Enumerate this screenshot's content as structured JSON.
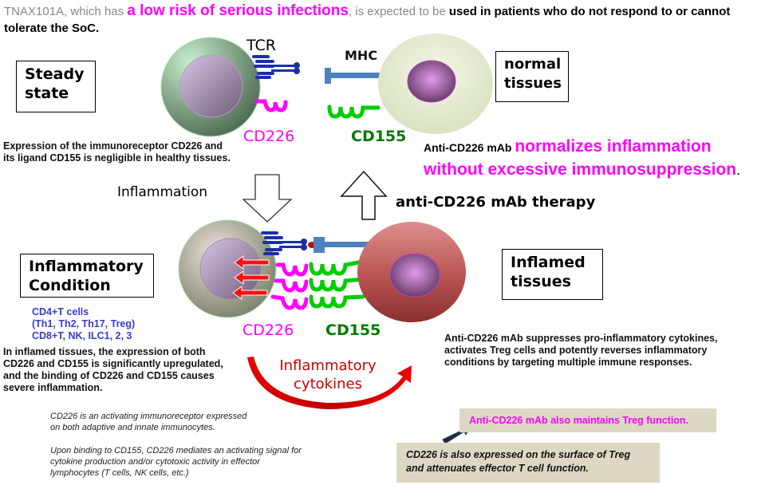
{
  "header": {
    "part1": "TNAX101A, which has ",
    "highlight": "a low risk of serious infections",
    "part2": ", is expected to be ",
    "bold": "used in patients who do not respond to or cannot tolerate the SoC."
  },
  "steady": {
    "box_label_line1": "Steady",
    "box_label_line2": "state",
    "tcr_label": "TCR",
    "mhc_label": "MHC",
    "cd226_label": "CD226",
    "cd155_label": "CD155",
    "tissue_box_line1": "normal",
    "tissue_box_line2": "tissues",
    "description_line1": "Expression of the immunoreceptor CD226 and",
    "description_line2": "its ligand CD155 is negligible in healthy tissues."
  },
  "normalizes": {
    "prefix": "Anti-CD226 mAb ",
    "highlight_line1": "normalizes inflammation",
    "highlight_line2": "without excessive immunosuppression",
    "suffix": "."
  },
  "transitions": {
    "inflammation_label": "Inflammation",
    "therapy_label": "anti-CD226 mAb therapy"
  },
  "inflammatory": {
    "box_label_line1": "Inflammatory",
    "box_label_line2": "Condition",
    "cell_types": [
      "CD4+T cells",
      "(Th1, Th2, Th17, Treg)",
      "CD8+T, NK, ILC1, 2, 3"
    ],
    "description": [
      "In inflamed tissues, the expression of both",
      "CD226 and CD155 is significantly upregulated,",
      "and the binding of CD226 and CD155 causes",
      "severe inflammation."
    ],
    "cd226_label": "CD226",
    "cd155_label": "CD155",
    "cytokines_line1": "Inflammatory",
    "cytokines_line2": "cytokines",
    "tissue_box_line1": "Inflamed",
    "tissue_box_line2": "tissues",
    "mab_description": [
      "Anti-CD226 mAb suppresses pro-inflammatory cytokines,",
      "activates Treg cells and potently reverses inflammatory",
      "conditions by targeting multiple immune responses."
    ]
  },
  "notes": {
    "note1": [
      "CD226 is an activating immunoreceptor expressed",
      "on both adaptive and innate immunocytes."
    ],
    "note2": [
      "Upon binding to CD155, CD226 mediates an activating signal for",
      "cytokine production and/or cytotoxic activity in effector",
      "lymphocytes (T cells, NK cells, etc.)"
    ]
  },
  "callouts": {
    "treg_function": "Anti-CD226 mAb also maintains Treg function.",
    "treg_surface_line1": "CD226 is also expressed on the surface of Treg",
    "treg_surface_line2": "and attenuates effector T cell function."
  },
  "colors": {
    "magenta": "#ff00ff",
    "cd155_green": "#00cc00",
    "cd155_label": "#007a00",
    "tcr_blue": "#1a2fa8",
    "mhc_blue": "#4f81bd",
    "cytokine_red": "#dd0000",
    "cell_list_blue": "#3a3ad0",
    "callout_bg": "#ddd8c4"
  }
}
